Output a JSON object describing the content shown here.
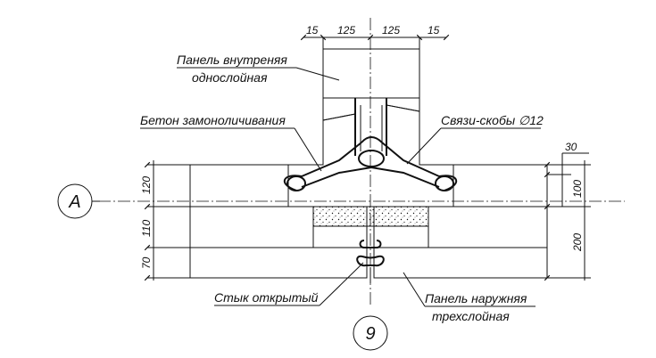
{
  "labels": {
    "inner_panel": [
      "Панель внутреняя",
      "однослойная"
    ],
    "concrete": "Бетон замоноличивания",
    "ties": "Связи-скобы ∅12",
    "open_joint": "Стык открытый",
    "outer_panel": [
      "Панель наружняя",
      "трехслойная"
    ]
  },
  "dimensions": {
    "top": [
      "15",
      "125",
      "125",
      "15"
    ],
    "left": [
      "120",
      "110",
      "70"
    ],
    "right": [
      "30",
      "100",
      "200"
    ]
  },
  "axes": {
    "horizontal": "А",
    "vertical": "9"
  }
}
